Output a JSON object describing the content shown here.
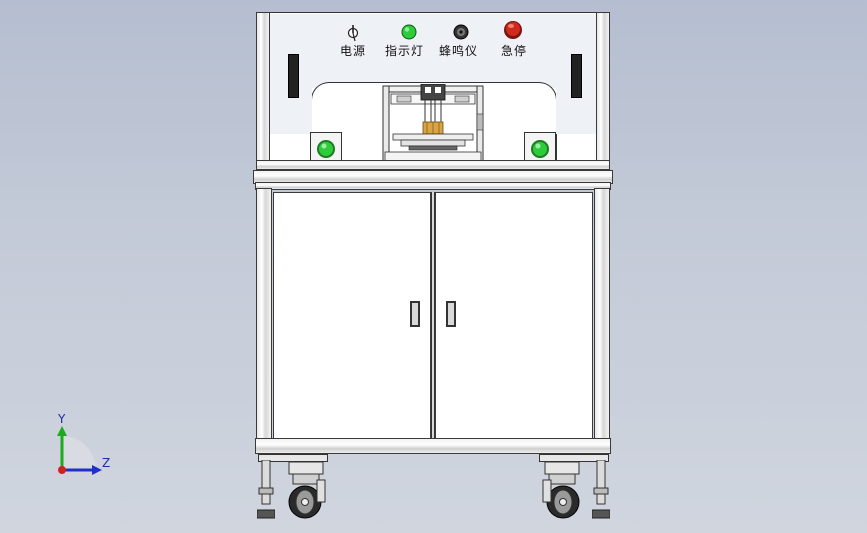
{
  "panel": {
    "labels": {
      "power": "电源",
      "indicator": "指示灯",
      "buzzer": "蜂鸣仪",
      "estop": "急停"
    }
  },
  "colors": {
    "background": "#c2c9d6",
    "indicator_green": "#2ecc3a",
    "estop_red": "#d02a1e",
    "axis_y": "#1cab1c",
    "axis_z": "#2030c8",
    "origin_red": "#d02020"
  },
  "icons": [
    "power-switch-icon",
    "indicator-light-icon",
    "buzzer-icon",
    "emergency-stop-icon",
    "start-button-icon",
    "caster-wheel-icon",
    "door-handle-icon"
  ],
  "triad": {
    "y_label": "Y",
    "z_label": "Z"
  }
}
